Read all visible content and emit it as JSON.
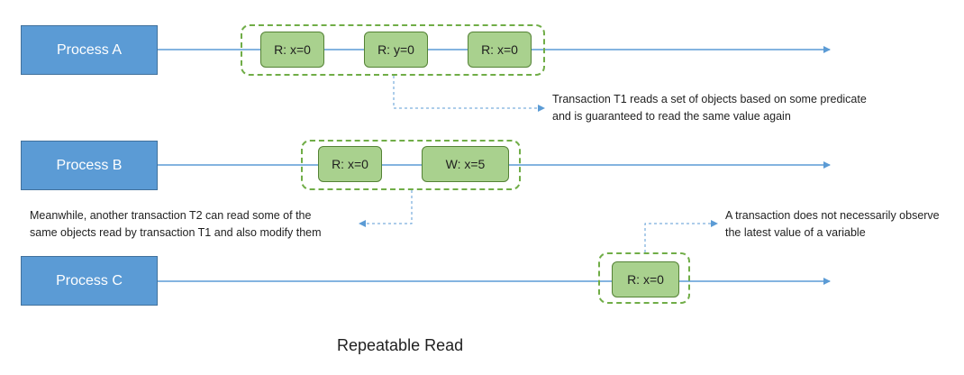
{
  "processes": {
    "a": "Process A",
    "b": "Process B",
    "c": "Process C"
  },
  "operations": {
    "a1": "R: x=0",
    "a2": "R: y=0",
    "a3": "R: x=0",
    "b1": "R: x=0",
    "b2": "W: x=5",
    "c1": "R: x=0"
  },
  "notes": {
    "t1_line1": "Transaction T1 reads a set of objects based on some predicate",
    "t1_line2": "and is guaranteed to read the same value again",
    "t2_line1": "Meanwhile, another transaction T2 can read some of the",
    "t2_line2": "same objects read by transaction T1 and also modify them",
    "c_line1": "A transaction does not necessarily observe",
    "c_line2": "the latest value of a variable"
  },
  "caption": "Repeatable Read",
  "colors": {
    "process_fill": "#5b9bd5",
    "timeline": "#5b9bd5",
    "operation_fill": "#a9d18e",
    "group_border": "#70ad47"
  }
}
